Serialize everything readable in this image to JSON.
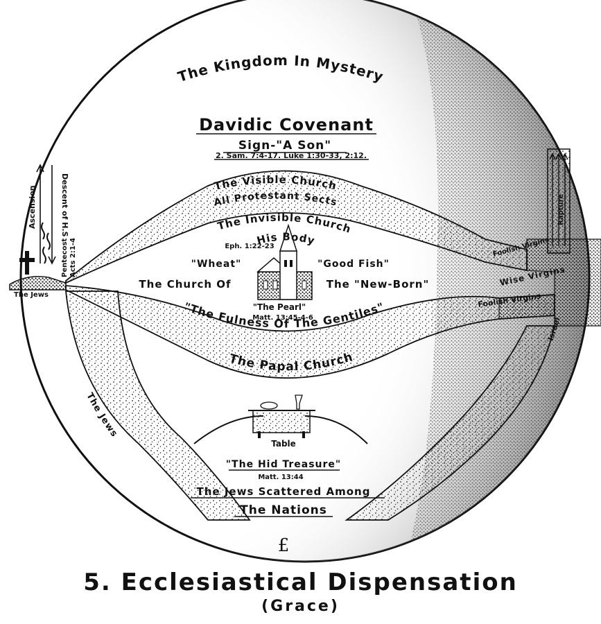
{
  "diagram": {
    "title": "The Kingdom In Mystery",
    "covenant": {
      "heading": "Davidic Covenant",
      "sign": "Sign-\"A Son\"",
      "refs": "2. Sam. 7:4-17. Luke 1:30-33, 2:12."
    },
    "left_side": {
      "ascension": "Ascension",
      "descent": "Descent of H.S",
      "pentecost": "Pentecost",
      "acts": "Acts 2:1-4",
      "the_jews_ground": "The Jews"
    },
    "visible_church": {
      "line1": "The Visible Church",
      "line2": "All Protestant Sects"
    },
    "invisible_church": {
      "line1": "The Invisible Church",
      "line2": "His Body",
      "ref": "Eph. 1:22-23"
    },
    "center": {
      "wheat": "\"Wheat\"",
      "good_fish": "\"Good Fish\"",
      "church_of": "The Church Of",
      "new_born": "The \"New-Born\"",
      "pearl": "\"The Pearl\"",
      "pearl_ref": "Matt. 13:45-4-6"
    },
    "gentiles_band": "\"The Fulness Of The Gentiles\"",
    "papal_band": "The Papal Church",
    "right_side": {
      "rapture": "Rapture",
      "foolish_virgins_1": "Foolish Virgins",
      "wise_virgins": "Wise Virgins",
      "foolish_virgins_2": "Foolish Virgins",
      "israel": "Israel"
    },
    "jews_band": "The Jews",
    "table": "Table",
    "hid_treasure": {
      "line1": "\"The Hid Treasure\"",
      "ref": "Matt. 13:44"
    },
    "scattered": {
      "line1": "The Jews Scattered Among",
      "line2": "The Nations"
    },
    "monogram": "£"
  },
  "caption": {
    "main": "5. Ecclesiastical Dispensation",
    "sub": "(Grace)"
  }
}
